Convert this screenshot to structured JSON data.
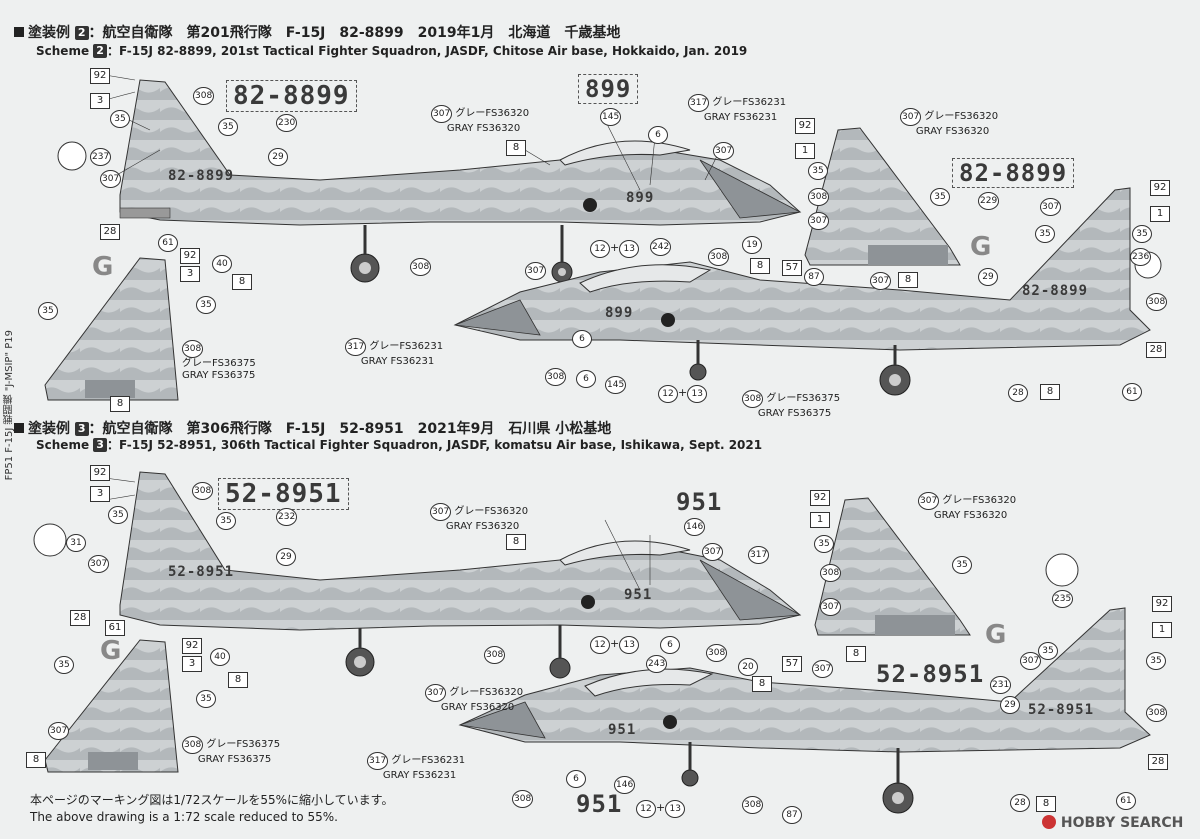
{
  "scheme2": {
    "header_jp_prefix": "塗装例",
    "num": "2",
    "header_jp": "：航空自衛隊　第201飛行隊　F-15J　82-8899　2019年1月　北海道　千歳基地",
    "label_en": "Scheme",
    "header_en": "：F-15J  82-8899, 201st Tactical Fighter Squadron, JASDF, Chitose Air base, Hokkaido, Jan. 2019",
    "serial": "82-8899",
    "nose_number": "899",
    "gray_317_jp": "グレーFS36231",
    "gray_317_en": "GRAY FS36231",
    "gray_307_jp": "グレーFS36320",
    "gray_307_en": "GRAY FS36320",
    "gray_308_jp": "グレーFS36375",
    "gray_308_en": "GRAY FS36375"
  },
  "scheme3": {
    "header_jp_prefix": "塗装例",
    "num": "3",
    "header_jp": "：航空自衛隊　第306飛行隊　F-15J　52-8951　2021年9月　石川県 小松基地",
    "label_en": "Scheme",
    "header_en": "：F-15J 52-8951, 306th Tactical Fighter Squadron, JASDF, komatsu Air base, Ishikawa, Sept. 2021",
    "serial": "52-8951",
    "nose_number": "951",
    "gray_307_jp": "グレーFS36320",
    "gray_307_en": "GRAY FS36320",
    "gray_308_jp": "グレーFS36375",
    "gray_308_en": "GRAY FS36375",
    "gray_317_jp": "グレーFS36231",
    "gray_317_en": "GRAY FS36231"
  },
  "callouts": {
    "c92": "92",
    "c3": "3",
    "c35": "35",
    "c308": "308",
    "c237": "237",
    "c307": "307",
    "c230": "230",
    "c29": "29",
    "c8": "8",
    "c28": "28",
    "c61": "61",
    "c40": "40",
    "c6": "6",
    "c145": "145",
    "c12_13": "12 + 13",
    "c242": "242",
    "c19": "19",
    "c57": "57",
    "c87": "87",
    "c1": "1",
    "c229": "229",
    "c236": "236",
    "c317": "317",
    "c31": "31",
    "c232": "232",
    "c146": "146",
    "c235": "235",
    "c231": "231",
    "c243": "243",
    "c20": "20"
  },
  "footer": {
    "note_jp": "本ページのマーキング図は1/72スケールを55%に縮小しています。",
    "note_en": "The above drawing is a 1:72 scale reduced to 55%.",
    "side_text": "FP51 F-15J 戦闘機 \"J-MSIP\" P19",
    "watermark": "HOBBY SEARCH"
  },
  "colors": {
    "paper": "#eef0f0",
    "gray_light": "#d5d8da",
    "gray_mid": "#b9bdc0",
    "gray_dark": "#8e9397",
    "ink": "#222222"
  }
}
